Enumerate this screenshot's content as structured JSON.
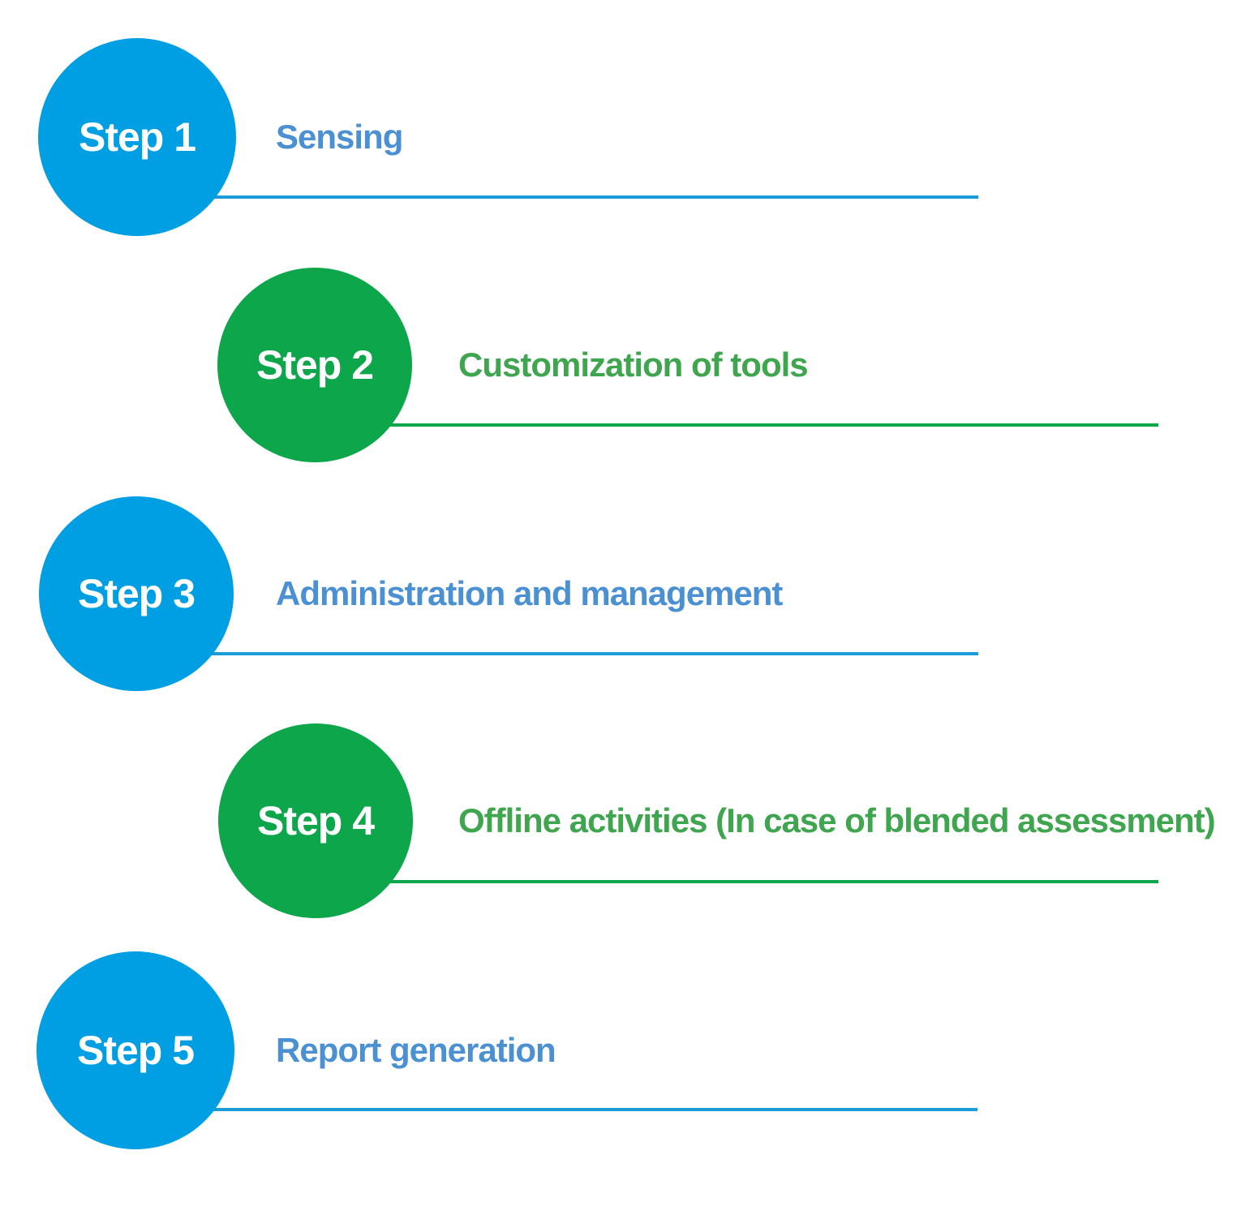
{
  "colors": {
    "background": "#FFFFFF",
    "blue_circle": "#009EE2",
    "green_circle": "#0DA64B",
    "blue_label": "#4A90D2",
    "green_label": "#3FA54F",
    "blue_line": "#1B9CD8",
    "green_line": "#0CA74B",
    "circle_text": "#FFFFFF"
  },
  "steps": [
    {
      "circle_label": "Step 1",
      "title": "Sensing",
      "color": "blue"
    },
    {
      "circle_label": "Step 2",
      "title": "Customization of tools",
      "color": "green"
    },
    {
      "circle_label": "Step 3",
      "title": "Administration and management",
      "color": "blue"
    },
    {
      "circle_label": "Step 4",
      "title": "Offline activities (In case of blended assessment)",
      "color": "green"
    },
    {
      "circle_label": "Step 5",
      "title": "Report generation",
      "color": "blue"
    }
  ]
}
